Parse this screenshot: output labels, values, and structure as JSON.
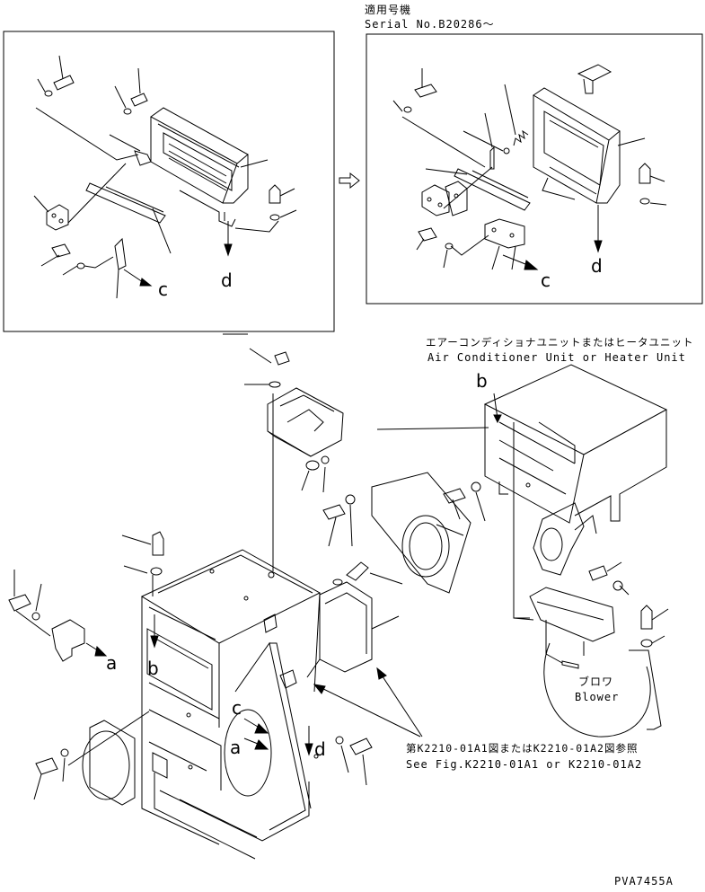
{
  "header": {
    "applicable_jp": "適用号機",
    "serial": "Serial No.B20286～"
  },
  "unit": {
    "jp": "エアーコンディショナユニットまたはヒータユニット",
    "en": "Air Conditioner Unit or Heater Unit"
  },
  "blower": {
    "jp": "ブロワ",
    "en": "Blower"
  },
  "reference": {
    "jp": "第K2210-01A1図またはK2210-01A2図参照",
    "en": "See Fig.K2210-01A1 or K2210-01A2"
  },
  "letters": {
    "a": "a",
    "b": "b",
    "c": "c",
    "d": "d"
  },
  "drawing_code": "PVA7455A"
}
